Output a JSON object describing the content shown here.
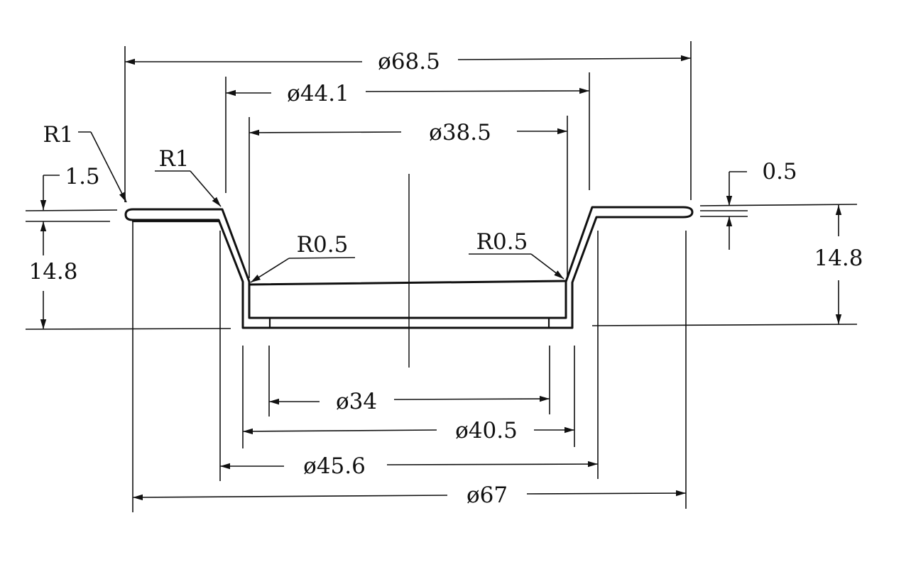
{
  "dimensions": {
    "d68_5": "ø68.5",
    "d44_1": "ø44.1",
    "d38_5": "ø38.5",
    "d34": "ø34",
    "d40_5": "ø40.5",
    "d45_6": "ø45.6",
    "d67": "ø67",
    "height_left": "14.8",
    "height_right": "14.8",
    "flange_thickness": "1.5",
    "wall_thickness": "0.5"
  },
  "radii": {
    "outer_flange": "R1",
    "inner_flange": "R1",
    "bottom_left": "R0.5",
    "bottom_right": "R0.5"
  }
}
